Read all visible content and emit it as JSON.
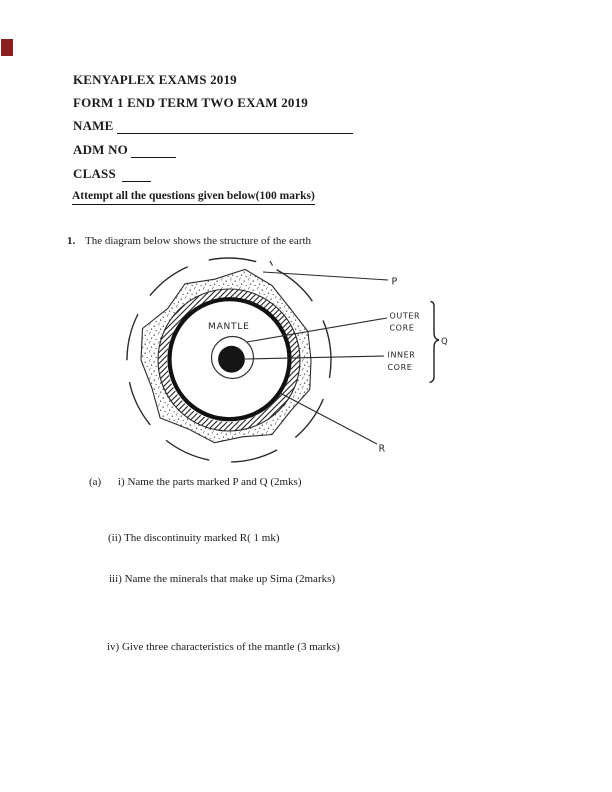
{
  "header": {
    "title": "KENYAPLEX EXAMS 2019",
    "subtitle": "FORM 1 END TERM TWO EXAM 2019",
    "name_label": "NAME",
    "adm_no_label": "ADM NO",
    "class_label": "CLASS",
    "instruction": "Attempt all the questions given below(100 marks)"
  },
  "question1": {
    "number": "1.",
    "text": "The diagram below shows the structure of the earth",
    "part_a_label": "(a)",
    "sub_i": "i) Name the parts marked P and Q  (2mks)",
    "sub_ii": "(ii) The discontinuity marked R( 1 mk)",
    "sub_iii": "iii) Name the minerals that make up Sima (2marks)",
    "sub_iv": "iv) Give three characteristics of the mantle  (3 marks)"
  },
  "diagram": {
    "mantle_label": "MANTLE",
    "outer_core_line1": "OUTER",
    "outer_core_line2": "CORE",
    "inner_core_line1": "INNER",
    "inner_core_line2": "CORE",
    "label_p": "P",
    "label_q": "Q",
    "label_r": "R"
  },
  "colors": {
    "ink": "#1c1c1c",
    "corner_marker": "#8a1f1f"
  }
}
